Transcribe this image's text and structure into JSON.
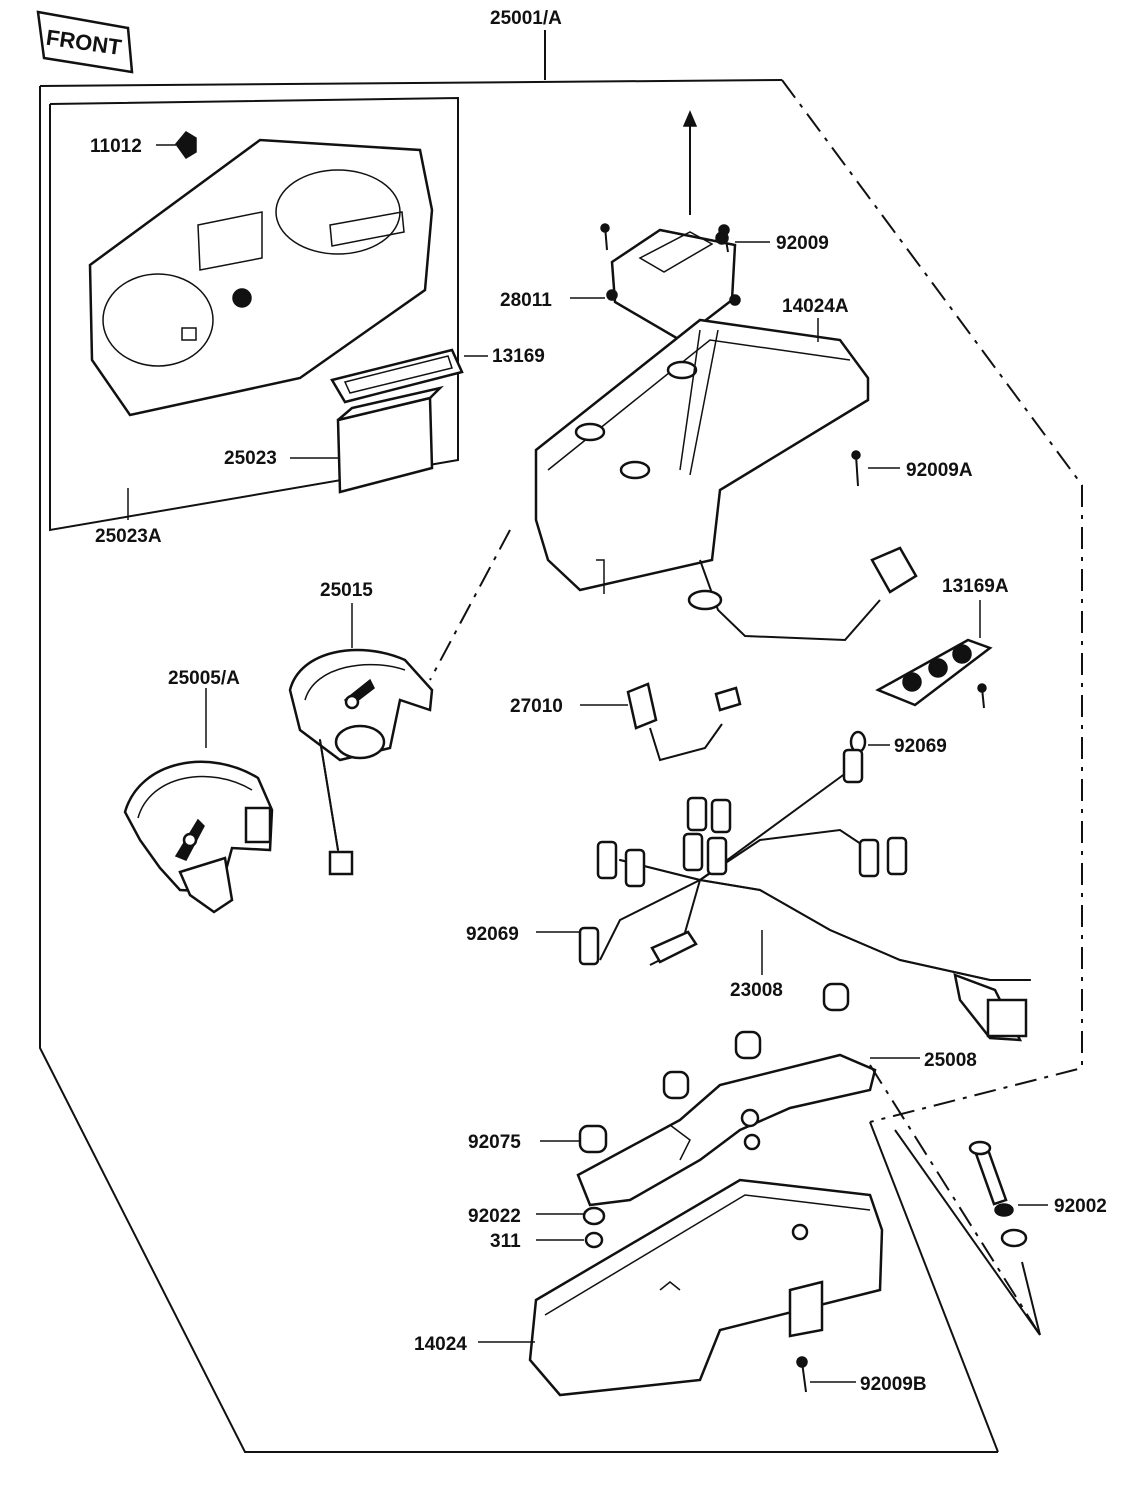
{
  "diagram": {
    "front_badge": "FRONT",
    "assembly_label": "25001/A",
    "labels": {
      "p11012": "11012",
      "p13169": "13169",
      "p25023": "25023",
      "p25023A": "25023A",
      "p92009": "92009",
      "p28011": "28011",
      "p14024A": "14024A",
      "p92009A": "92009A",
      "p13169A": "13169A",
      "p25015": "25015",
      "p25005A": "25005/A",
      "p27010": "27010",
      "p92069a": "92069",
      "p92069b": "92069",
      "p23008": "23008",
      "p25008": "25008",
      "p92075": "92075",
      "p92022": "92022",
      "p311": "311",
      "p92002": "92002",
      "p14024": "14024",
      "p92009B": "92009B"
    }
  }
}
